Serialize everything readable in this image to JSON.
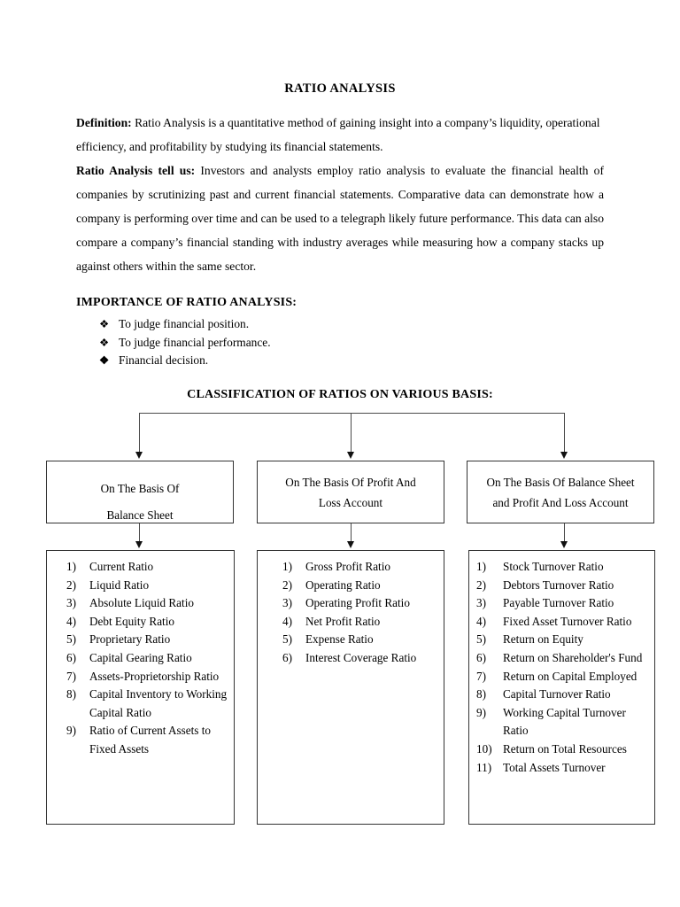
{
  "document": {
    "title": "RATIO ANALYSIS"
  },
  "paragraphs": {
    "definition": {
      "label": "Definition:",
      "text": " Ratio Analysis is a quantitative method of gaining insight into a company’s liquidity, operational efficiency, and profitability by studying its financial statements."
    },
    "tell_us": {
      "label": "Ratio Analysis tell us:",
      "text": " Investors and analysts employ ratio analysis to evaluate the financial health of companies by scrutinizing past and current financial statements. Comparative data can demonstrate how a company is performing over time and can be used to a telegraph likely future performance. This data can also compare a company’s financial standing with industry averages while measuring how a company stacks up against others within the same sector."
    }
  },
  "importance": {
    "heading": "IMPORTANCE OF RATIO ANALYSIS:",
    "items": [
      {
        "bullet": "❖",
        "style": "open",
        "text": "To judge financial position."
      },
      {
        "bullet": "❖",
        "style": "open",
        "text": "To judge financial performance."
      },
      {
        "bullet": "❖",
        "style": "solid",
        "text": "Financial decision."
      }
    ]
  },
  "classification": {
    "heading": "CLASSIFICATION OF RATIOS ON VARIOUS BASIS:",
    "columns": [
      {
        "header_line1": "On The Basis Of",
        "header_line2": "Balance Sheet",
        "items": [
          "Current Ratio",
          "Liquid Ratio",
          "Absolute Liquid Ratio",
          "Debt Equity Ratio",
          "Proprietary Ratio",
          "Capital Gearing Ratio",
          "Assets-Proprietorship Ratio",
          "Capital Inventory to Working Capital Ratio",
          "Ratio of Current Assets to Fixed Assets"
        ]
      },
      {
        "header_line1": "On The Basis Of Profit And",
        "header_line2": "Loss Account",
        "items": [
          "Gross Profit Ratio",
          "Operating Ratio",
          "Operating Profit Ratio",
          "Net Profit Ratio",
          "Expense Ratio",
          "Interest Coverage Ratio"
        ]
      },
      {
        "header_line1": "On The Basis Of Balance Sheet",
        "header_line2": "and Profit And Loss Account",
        "items": [
          "Stock Turnover Ratio",
          "Debtors Turnover Ratio",
          "Payable Turnover Ratio",
          "Fixed Asset Turnover Ratio",
          "Return on Equity",
          "Return on Shareholder's Fund",
          "Return on Capital Employed",
          "Capital Turnover Ratio",
          "Working Capital Turnover Ratio",
          "Return on Total Resources",
          "Total Assets Turnover"
        ]
      }
    ]
  },
  "colors": {
    "text": "#000000",
    "box_border": "#333333",
    "connector": "#4a4a4a",
    "page_background": "#ffffff"
  }
}
